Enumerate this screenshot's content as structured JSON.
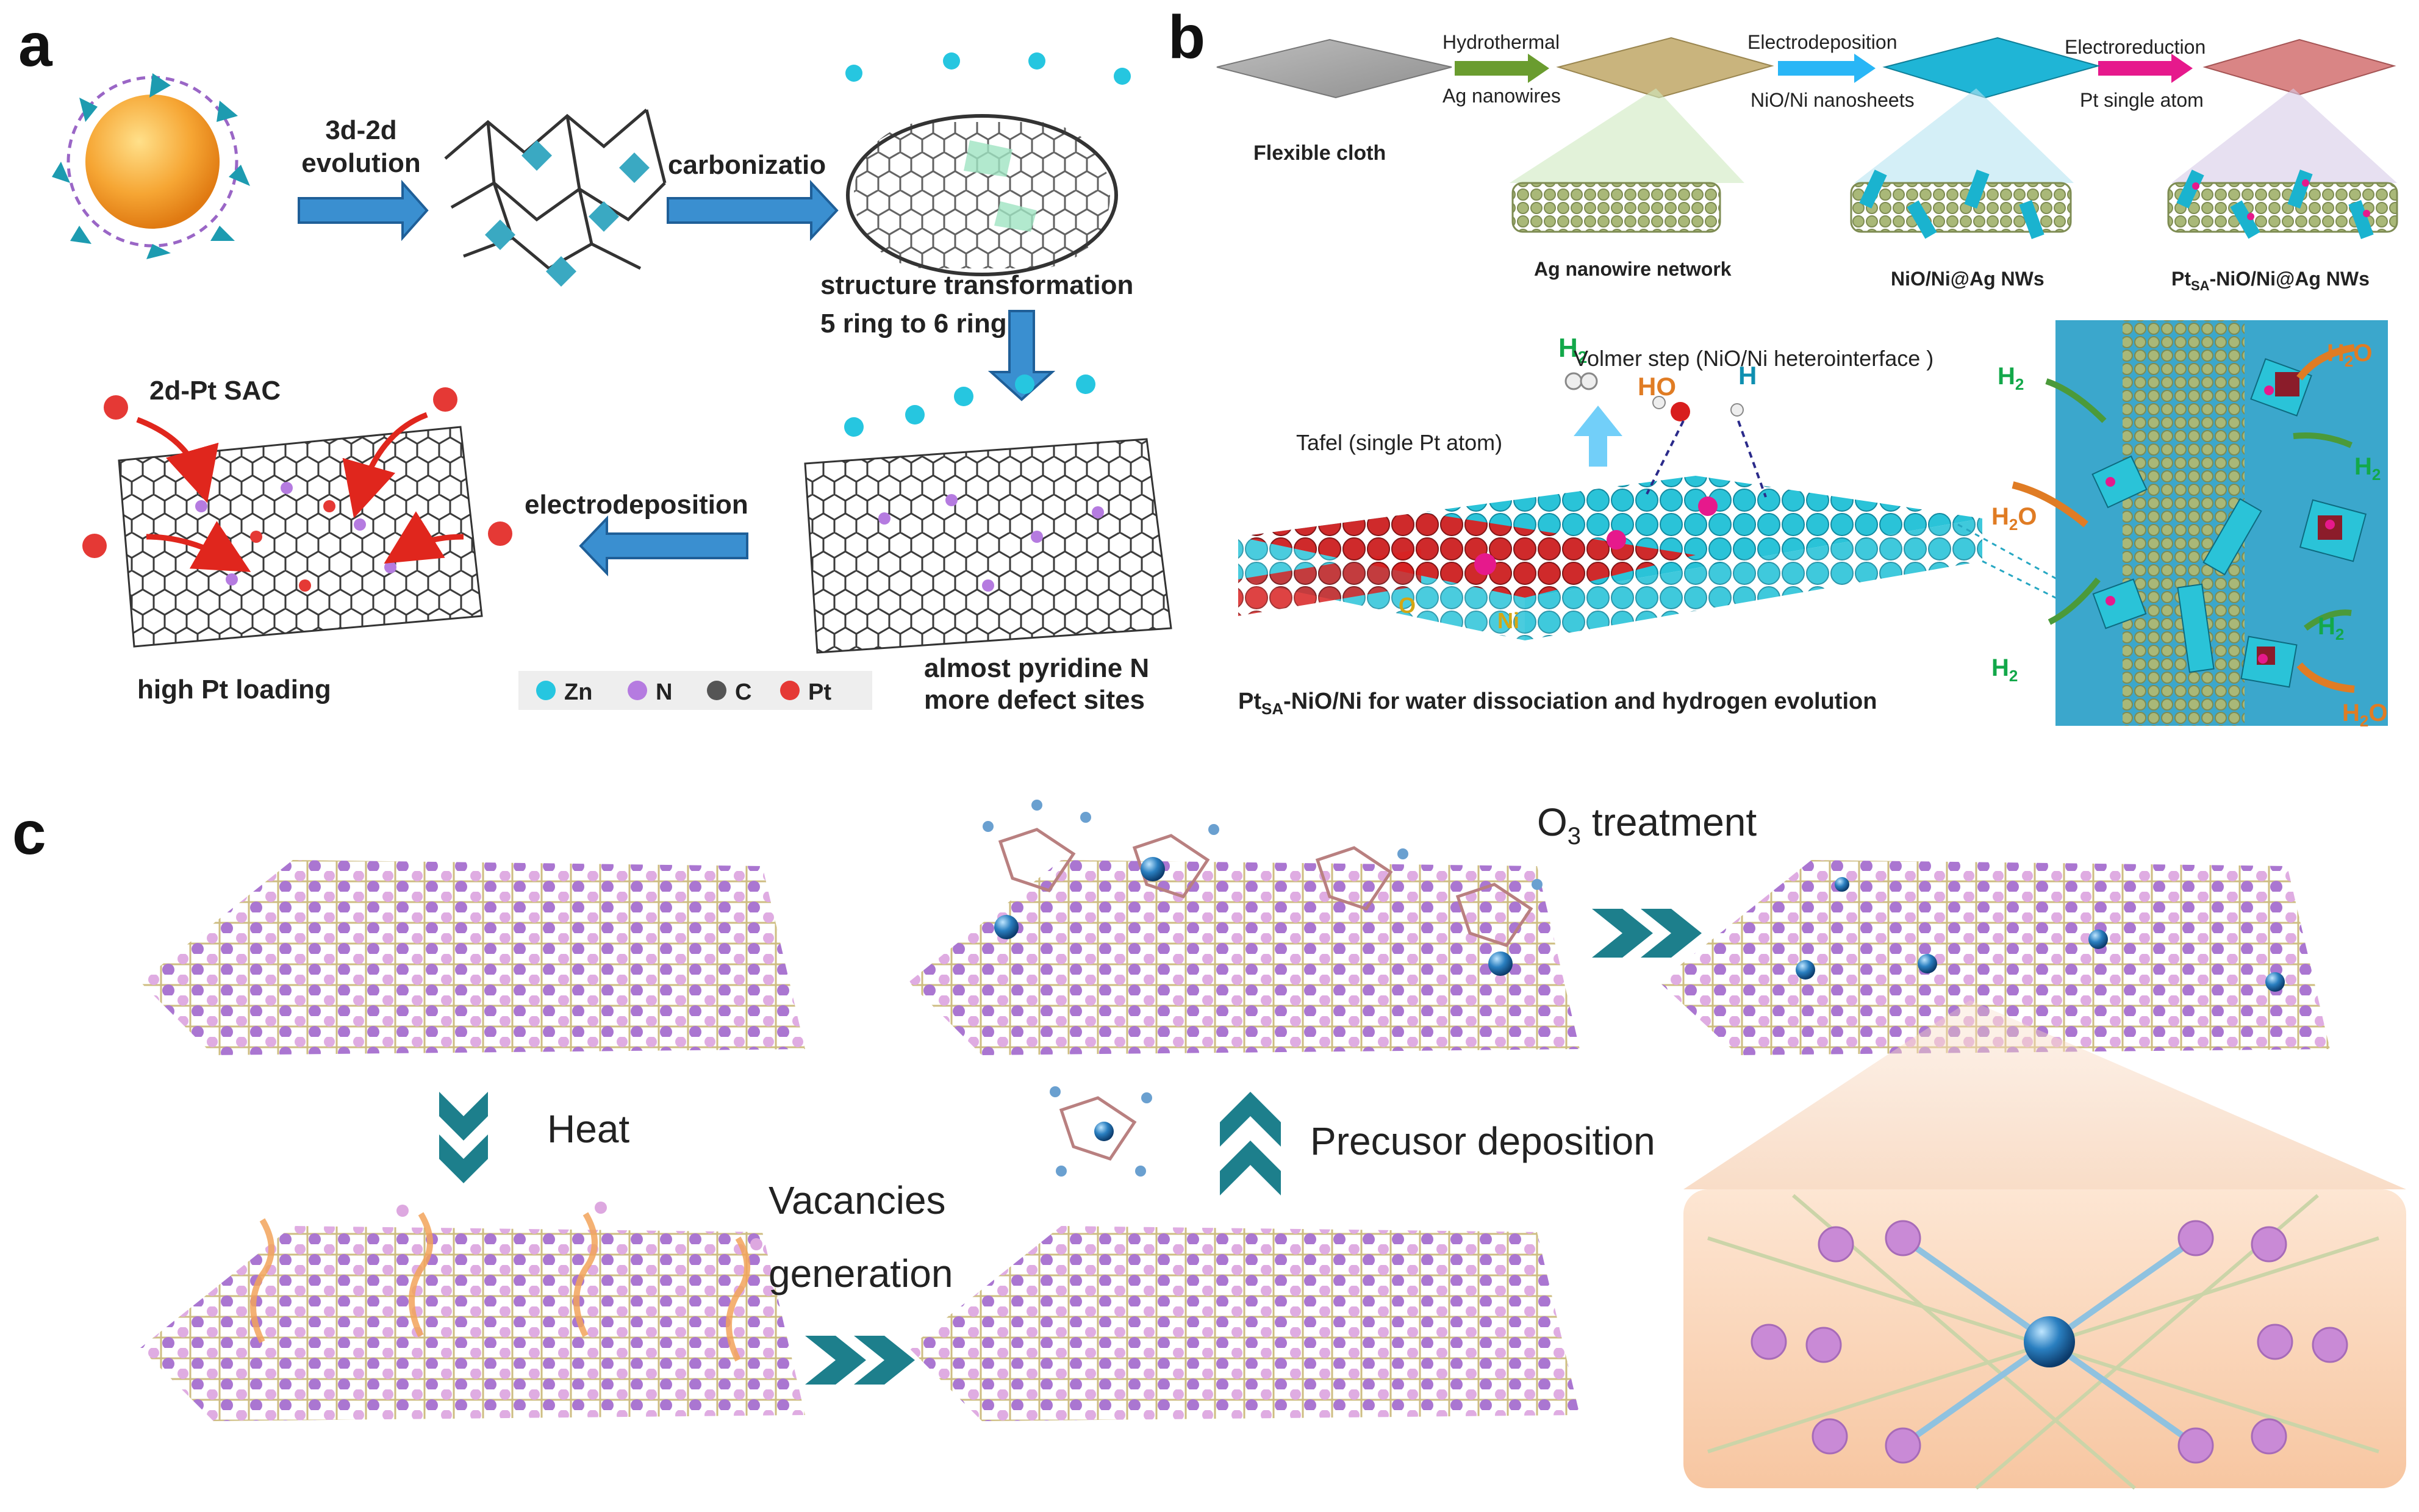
{
  "panel_a": {
    "label": "a",
    "steps": {
      "evolution": [
        "3d-2d",
        "evolution"
      ],
      "carbonization": "carbonizatio",
      "transformation": [
        "structure transformation",
        "5 ring to 6 ring"
      ],
      "electrodeposition": "electrodeposition"
    },
    "sac_label": "2d-Pt SAC",
    "loading_label": "high Pt loading",
    "defect_caption": [
      "almost pyridine N",
      "more defect sites"
    ],
    "legend": [
      {
        "label": "Zn",
        "color": "#26c6e0"
      },
      {
        "label": "N",
        "color": "#b57be0"
      },
      {
        "label": "C",
        "color": "#555555"
      },
      {
        "label": "Pt",
        "color": "#e53935"
      }
    ]
  },
  "panel_b": {
    "label": "b",
    "substrate_label": "Flexible cloth",
    "arrows": [
      {
        "top": "Hydrothermal",
        "bottom": "Ag nanowires",
        "color": "#6a9c2f"
      },
      {
        "top": "Electrodeposition",
        "bottom": "NiO/Ni nanosheets",
        "color": "#29b6f6"
      },
      {
        "top": "Electroreduction",
        "bottom": "Pt single atom",
        "color": "#e6198c"
      }
    ],
    "sheet_colors": [
      "#c9b47d",
      "#1fb5d6",
      "#d98585"
    ],
    "nanowire_labels": [
      {
        "main": "Ag nanowire network",
        "sub": "",
        "rest": ""
      },
      {
        "main": "NiO/Ni@Ag NWs",
        "sub": "",
        "rest": ""
      },
      {
        "main": "Pt",
        "sub": "SA",
        "rest": "-NiO/Ni@Ag NWs"
      }
    ],
    "volmer_label": "Volmer step (NiO/Ni heterointerface )",
    "tafel_label": "Tafel (single Pt atom)",
    "species": {
      "h2": "H",
      "h2_sub": "2",
      "ho": "HO",
      "h": "H",
      "o": "O",
      "ni": "Ni",
      "h2o": "H",
      "h2o_sub": "2",
      "h2o_end": "O"
    },
    "bottom_caption": {
      "main": "Pt",
      "sub": "SA",
      "rest": "-NiO/Ni for water dissociation and hydrogen evolution"
    }
  },
  "panel_c": {
    "label": "c",
    "o3_label": {
      "pre": "O",
      "sub": "3",
      "post": " treatment"
    },
    "heat_label": "Heat",
    "vacancies_label": [
      "Vacancies",
      "generation"
    ],
    "precursor_label": "Precusor deposition"
  },
  "colors": {
    "arrow_blue": "#3a8fd0",
    "carbon": "#444444",
    "nitrogen": "#b57be0",
    "platinum": "#e53935",
    "oxygen": "#d81e1e",
    "nickel": "#26c6da",
    "lattice_pink": "#d9a2d9",
    "lattice_purple": "#9a63c4",
    "chevron_teal": "#1d7f8c",
    "green_h2": "#13a84a",
    "orange_h2o": "#e07c24"
  }
}
